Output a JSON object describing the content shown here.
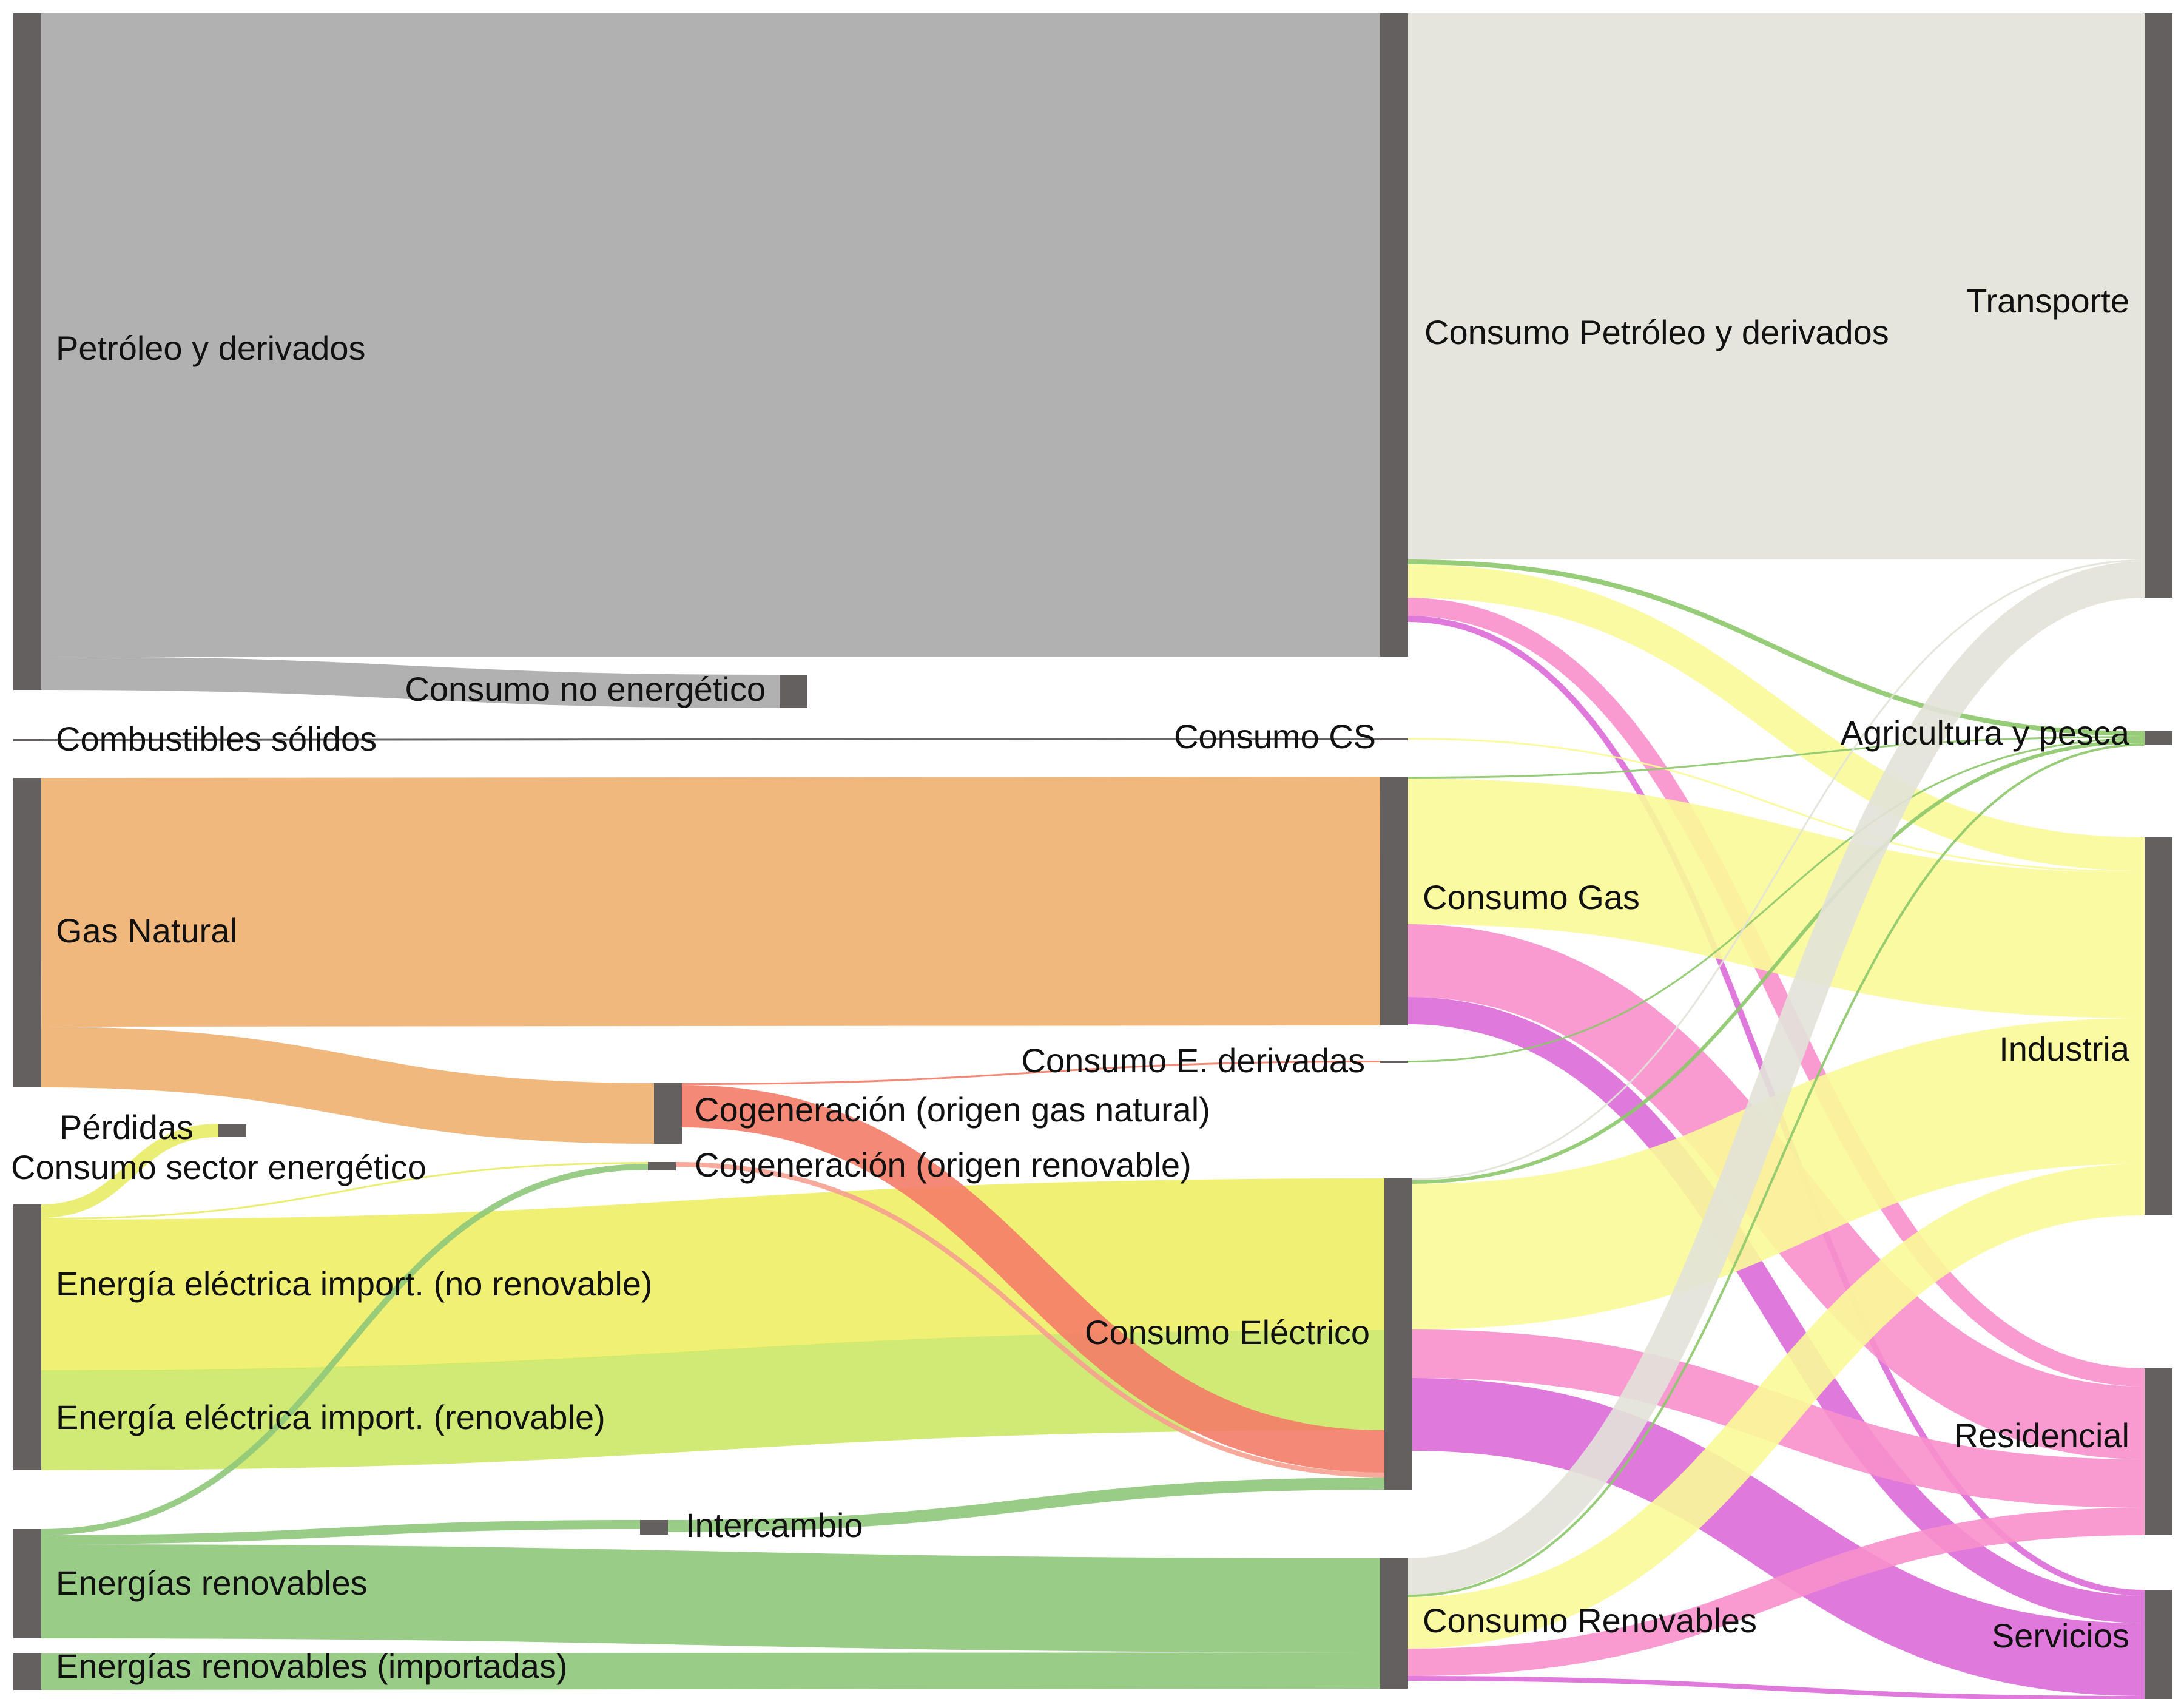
{
  "chart_data": {
    "type": "sankey",
    "title": "",
    "nodes": [
      {
        "id": "petroleo",
        "label": "Petróleo y derivados"
      },
      {
        "id": "comb_solidos",
        "label": "Combustibles sólidos"
      },
      {
        "id": "gas",
        "label": "Gas Natural"
      },
      {
        "id": "perdidas",
        "label": "Pérdidas"
      },
      {
        "id": "cons_sector",
        "label": "Consumo sector energético"
      },
      {
        "id": "ee_norenov",
        "label": "Energía eléctrica import. (no renovable)"
      },
      {
        "id": "ee_renov",
        "label": "Energía eléctrica import. (renovable)"
      },
      {
        "id": "renovables",
        "label": "Energías renovables"
      },
      {
        "id": "renov_import",
        "label": "Energías renovables (importadas)"
      },
      {
        "id": "no_energetico",
        "label": "Consumo no energético"
      },
      {
        "id": "cogen_gas",
        "label": "Cogeneración (origen gas natural)"
      },
      {
        "id": "cogen_renov",
        "label": "Cogeneración (origen renovable)"
      },
      {
        "id": "intercambio",
        "label": "Intercambio"
      },
      {
        "id": "cons_petroleo",
        "label": "Consumo Petróleo y derivados"
      },
      {
        "id": "cons_cs",
        "label": "Consumo CS"
      },
      {
        "id": "cons_gas",
        "label": "Consumo Gas"
      },
      {
        "id": "cons_ederiv",
        "label": "Consumo E. derivadas"
      },
      {
        "id": "cons_electrico",
        "label": "Consumo Eléctrico"
      },
      {
        "id": "cons_renov",
        "label": "Consumo Renovables"
      },
      {
        "id": "transporte",
        "label": "Transporte"
      },
      {
        "id": "agricultura",
        "label": "Agricultura y pesca"
      },
      {
        "id": "industria",
        "label": "Industria"
      },
      {
        "id": "residencial",
        "label": "Residencial"
      },
      {
        "id": "servicios",
        "label": "Servicios"
      }
    ],
    "links": [
      {
        "source": "petroleo",
        "target": "cons_petroleo",
        "value": 1060
      },
      {
        "source": "petroleo",
        "target": "no_energetico",
        "value": 55
      },
      {
        "source": "comb_solidos",
        "target": "cons_cs",
        "value": 2
      },
      {
        "source": "gas",
        "target": "cons_gas",
        "value": 410
      },
      {
        "source": "gas",
        "target": "cogen_gas",
        "value": 100
      },
      {
        "source": "cons_sector",
        "target": "perdidas",
        "value": 22
      },
      {
        "source": "cons_sector",
        "target": "cogen_renov",
        "value": 3
      },
      {
        "source": "ee_norenov",
        "target": "cons_electrico",
        "value": 250
      },
      {
        "source": "ee_renov",
        "target": "cons_electrico",
        "value": 165
      },
      {
        "source": "renovables",
        "target": "cogen_renov",
        "value": 10
      },
      {
        "source": "renovables",
        "target": "intercambio",
        "value": 15
      },
      {
        "source": "renovables",
        "target": "cons_renov",
        "value": 155
      },
      {
        "source": "renov_import",
        "target": "cons_renov",
        "value": 60
      },
      {
        "source": "cogen_gas",
        "target": "cons_ederiv",
        "value": 2
      },
      {
        "source": "cogen_gas",
        "target": "cons_electrico",
        "value": 70
      },
      {
        "source": "cogen_renov",
        "target": "cons_electrico",
        "value": 8
      },
      {
        "source": "intercambio",
        "target": "cons_electrico",
        "value": 20
      },
      {
        "source": "cons_petroleo",
        "target": "transporte",
        "value": 900
      },
      {
        "source": "cons_petroleo",
        "target": "agricultura",
        "value": 8
      },
      {
        "source": "cons_petroleo",
        "target": "industria",
        "value": 55
      },
      {
        "source": "cons_petroleo",
        "target": "residencial",
        "value": 30
      },
      {
        "source": "cons_petroleo",
        "target": "servicios",
        "value": 10
      },
      {
        "source": "cons_cs",
        "target": "industria",
        "value": 2
      },
      {
        "source": "cons_gas",
        "target": "agricultura",
        "value": 3
      },
      {
        "source": "cons_gas",
        "target": "industria",
        "value": 240
      },
      {
        "source": "cons_gas",
        "target": "residencial",
        "value": 120
      },
      {
        "source": "cons_gas",
        "target": "servicios",
        "value": 45
      },
      {
        "source": "cons_ederiv",
        "target": "agricultura",
        "value": 2
      },
      {
        "source": "cons_electrico",
        "target": "transporte",
        "value": 3
      },
      {
        "source": "cons_electrico",
        "target": "agricultura",
        "value": 6
      },
      {
        "source": "cons_electrico",
        "target": "industria",
        "value": 240
      },
      {
        "source": "cons_electrico",
        "target": "residencial",
        "value": 80
      },
      {
        "source": "cons_electrico",
        "target": "servicios",
        "value": 120
      },
      {
        "source": "cons_renov",
        "target": "transporte",
        "value": 60
      },
      {
        "source": "cons_renov",
        "target": "agricultura",
        "value": 4
      },
      {
        "source": "cons_renov",
        "target": "industria",
        "value": 85
      },
      {
        "source": "cons_renov",
        "target": "residencial",
        "value": 45
      },
      {
        "source": "cons_renov",
        "target": "servicios",
        "value": 8
      }
    ]
  }
}
